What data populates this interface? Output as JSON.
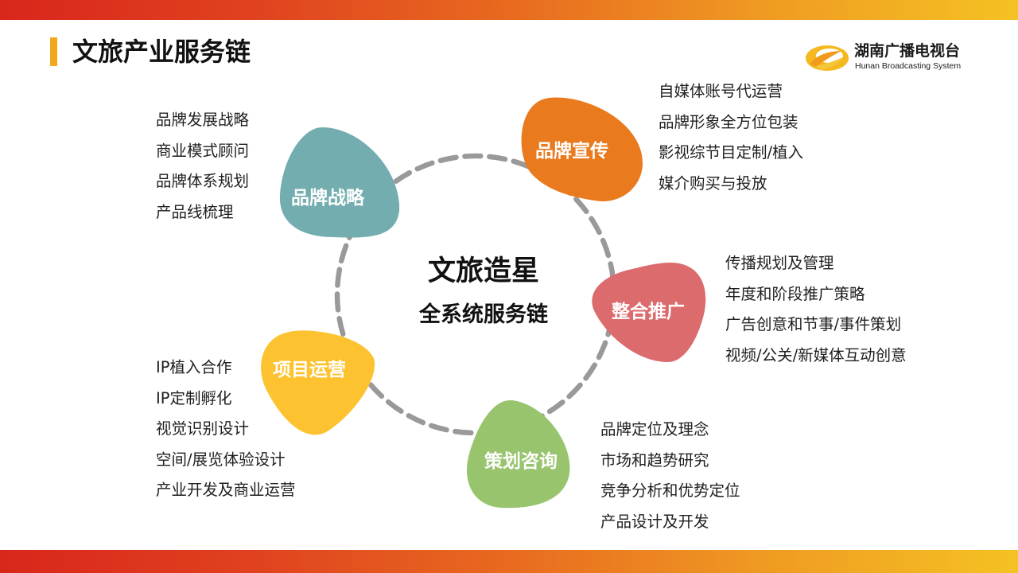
{
  "page_title": "文旅产业服务链",
  "logo": {
    "name_cn": "湖南广播电视台",
    "name_en": "Hunan Broadcasting System"
  },
  "center": {
    "title": "文旅造星",
    "subtitle": "全系统服务链"
  },
  "colors": {
    "teal": "#74adaf",
    "orange": "#ea7a1e",
    "rose": "#dc6b6e",
    "green": "#98c46e",
    "yellow": "#fdc22f",
    "ring_dash": "#999999",
    "title_accent": "#f2a81d"
  },
  "nodes": [
    {
      "label": "品牌战略",
      "color": "#74adaf",
      "items": [
        "品牌发展战略",
        "商业模式顾问",
        "品牌体系规划",
        "产品线梳理"
      ]
    },
    {
      "label": "品牌宣传",
      "color": "#ea7a1e",
      "items": [
        "自媒体账号代运营",
        "品牌形象全方位包装",
        "影视综节目定制/植入",
        "媒介购买与投放"
      ]
    },
    {
      "label": "整合推广",
      "color": "#dc6b6e",
      "items": [
        "传播规划及管理",
        "年度和阶段推广策略",
        "广告创意和节事/事件策划",
        "视频/公关/新媒体互动创意"
      ]
    },
    {
      "label": "策划咨询",
      "color": "#98c46e",
      "items": [
        "品牌定位及理念",
        "市场和趋势研究",
        "竞争分析和优势定位",
        "产品设计及开发"
      ]
    },
    {
      "label": "项目运营",
      "color": "#fdc22f",
      "items": [
        "IP植入合作",
        "IP定制孵化",
        "视觉识别设计",
        "空间/展览体验设计",
        "产业开发及商业运营"
      ]
    }
  ]
}
